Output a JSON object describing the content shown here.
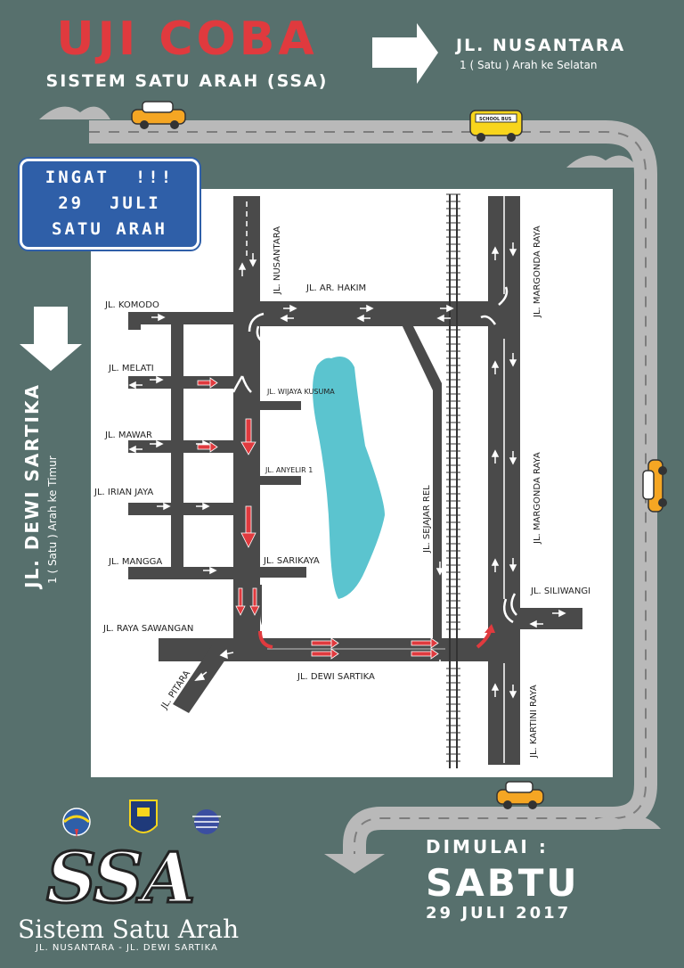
{
  "header": {
    "title": "UJI COBA",
    "subtitle": "SISTEM SATU ARAH (SSA)"
  },
  "nusantara": {
    "name": "JL. NUSANTARA",
    "direction": "1 ( Satu ) Arah ke Selatan"
  },
  "reminder": {
    "line1": "INGAT  !!!",
    "line2": "29  JULI",
    "line3": "SATU ARAH"
  },
  "dewi_sartika": {
    "name": "JL. DEWI SARTIKA",
    "direction": "1 ( Satu ) Arah ke Timur"
  },
  "start": {
    "label": "DIMULAI :",
    "day": "SABTU",
    "date": "29 JULI 2017"
  },
  "logo": {
    "short": "SSA",
    "full": "Sistem Satu Arah",
    "roads": "JL. NUSANTARA - JL. DEWI SARTIKA"
  },
  "vehicles": {
    "bus_text": "SCHOOL BUS"
  },
  "streets": {
    "komodo": "JL. KOMODO",
    "melati": "JL. MELATI",
    "mawar": "JL. MAWAR",
    "irian_jaya": "JL. IRIAN JAYA",
    "mangga": "JL. MANGGA",
    "raya_sawangan": "JL. RAYA SAWANGAN",
    "pitara": "JL. PITARA",
    "nusantara": "JL. NUSANTARA",
    "ar_hakim": "JL. AR. HAKIM",
    "wijaya_kusuma": "JL. WIJAYA KUSUMA",
    "anyelir": "JL. ANYELIR 1",
    "sarikaya": "JL. SARIKAYA",
    "sejajar_rel": "JL. SEJAJAR REL",
    "margonda_1": "JL. MARGONDA RAYA",
    "margonda_2": "JL. MARGONDA RAYA",
    "siliwangi": "JL. SILIWANGI",
    "dewi_sartika": "JL. DEWI SARTIKA",
    "kartini": "JL. KARTINI RAYA"
  },
  "colors": {
    "background": "#57706d",
    "title": "#e03a3e",
    "reminder_bg": "#2f5fa8",
    "road": "#4a4a4a",
    "route": "#b9b9b9",
    "lake": "#5bc4cf",
    "one_way_arrow": "#e03a3e"
  }
}
